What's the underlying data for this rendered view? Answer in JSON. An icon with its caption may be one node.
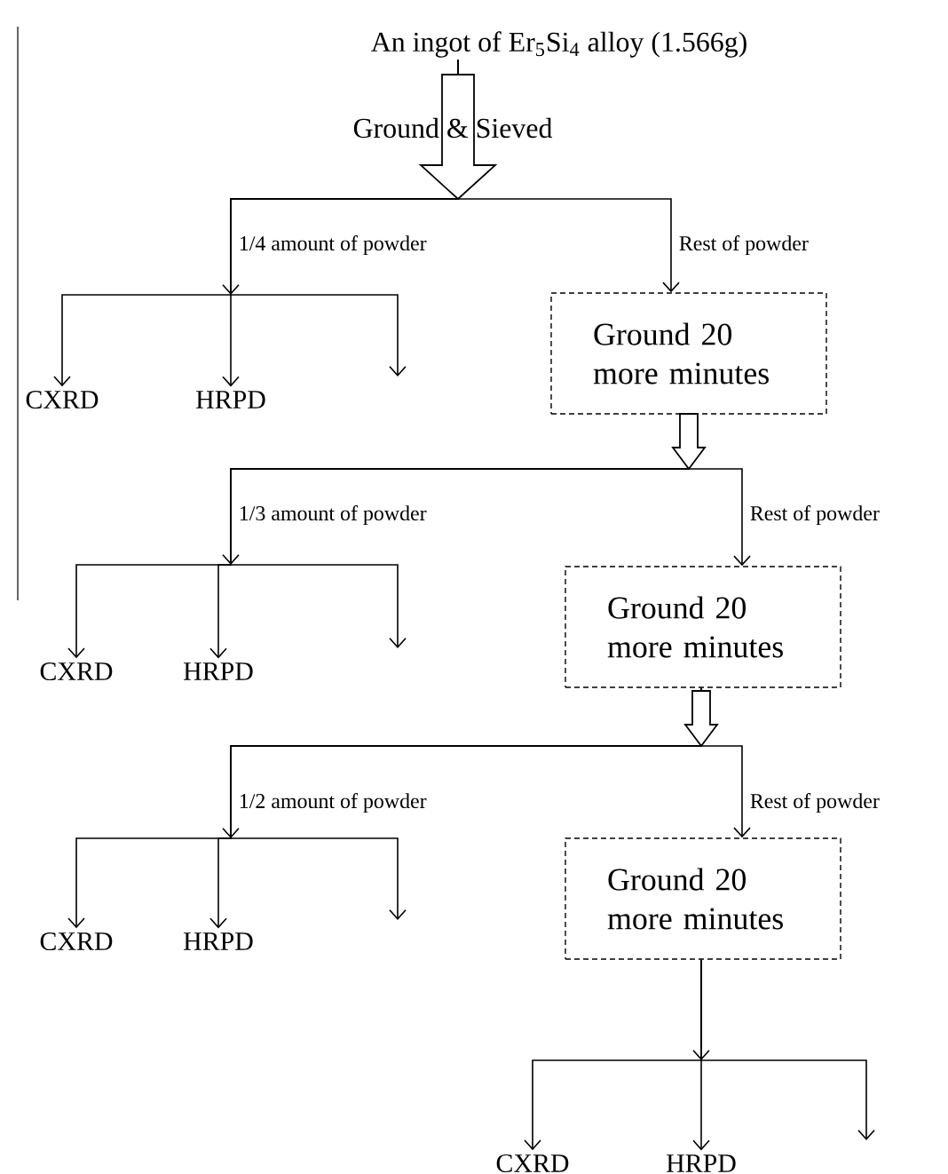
{
  "diagram": {
    "nodes": [
      {
        "text": [
          "An ingot of Er$_{5}$Si$_{4}$ alloy (1.566g)"
        ]
      },
      {
        "text": [
          "CXRD"
        ]
      },
      {
        "text": [
          "HRPD"
        ]
      },
      {
        "text": [
          "Ground 20 more minutes"
        ]
      },
      {
        "text": [
          "CXRD"
        ]
      },
      {
        "text": [
          "HRPD"
        ]
      },
      {
        "text": [
          "Ground 20 more minutes"
        ]
      },
      {
        "text": [
          "CXRD"
        ]
      },
      {
        "text": [
          "HRPD"
        ]
      },
      {
        "text": [
          "Ground 20 more minutes"
        ]
      },
      {
        "text": [
          "CXRD"
        ]
      },
      {
        "text": [
          "HRPD"
        ]
      }
    ],
    "edges": [
      {
        "from": 0,
        "to": 1,
        "arrow": "to",
        "label": "1/4 amount of powder"
      },
      {
        "from": 0,
        "to": 2,
        "arrow": "to"
      },
      {
        "from": 0,
        "to": null,
        "arrow": "to"
      },
      {
        "from": 0,
        "to": 3,
        "arrow": "to",
        "label": "Rest of powder"
      },
      {
        "from": 3,
        "to": 4,
        "arrow": "to",
        "label": "1/3 amount of powder"
      },
      {
        "from": 3,
        "to": 5,
        "arrow": "to"
      },
      {
        "from": 3,
        "to": null,
        "arrow": "to"
      },
      {
        "from": 3,
        "to": 6,
        "arrow": "to",
        "label": "Rest of powder"
      },
      {
        "from": 6,
        "to": 7,
        "arrow": "to",
        "label": "1/2 amount of powder"
      },
      {
        "from": 6,
        "to": 8,
        "arrow": "to"
      },
      {
        "from": 6,
        "to": null,
        "arrow": "to"
      },
      {
        "from": 6,
        "to": 9,
        "arrow": "to",
        "label": "Rest of powder"
      },
      {
        "from": 9,
        "to": 10,
        "arrow": "to"
      },
      {
        "from": 9,
        "to": 11,
        "arrow": "to"
      },
      {
        "from": 9,
        "to": null,
        "arrow": "to"
      }
    ],
    "labels": [
      "Ground & Sieved"
    ]
  }
}
